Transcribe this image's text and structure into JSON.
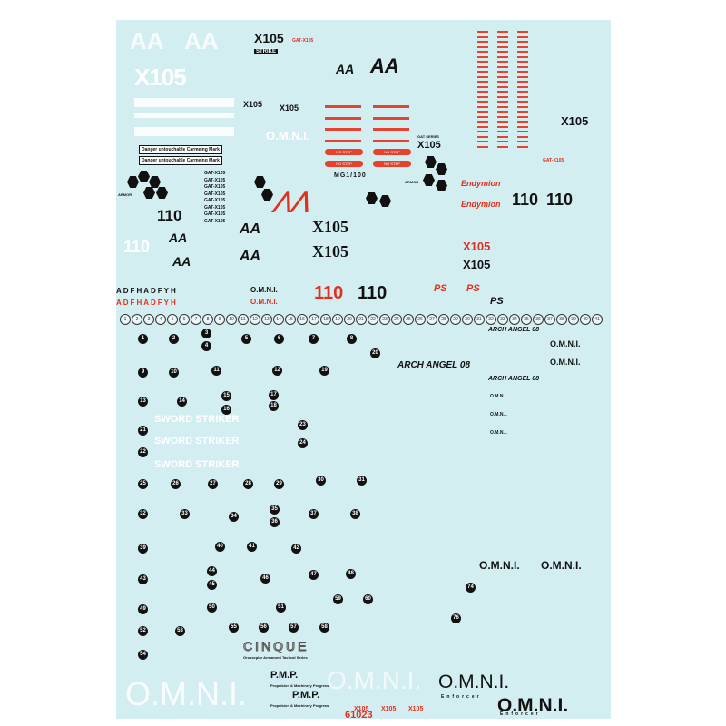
{
  "sheet": {
    "product_code": "61023",
    "scale": "MG1/100",
    "x105_label": "X105",
    "strike_label": "STRIKE",
    "gat_series": "GAT SERIES",
    "gat_x105": "GAT-X105",
    "aa_label": "AA",
    "number_110": "110",
    "no_step": "NO STEP",
    "alphabet": "ADFHADFYH",
    "omni": "O.M.N.I.",
    "omni_enforcer_sub": "Enforcer",
    "arch_angel": "ARCH ANGEL",
    "arch_angel_num": "08",
    "sword_striker": "SWORD STRIKER",
    "ps_label": "PS",
    "pmp": "P.M.P.",
    "pmp_sub": "Propulsion & Machinery Progress",
    "cinque": "CINQUE",
    "cinque_sub": "Grosseplar Armament Tactical Series",
    "endymion": "Endymion",
    "armor_label": "ARMOR",
    "warning_text": "Danger untouchable Carmeing Mark"
  },
  "markers_lower": [
    "1",
    "2",
    "3",
    "4",
    "5",
    "6",
    "7",
    "8",
    "9",
    "10",
    "11",
    "12",
    "13",
    "14",
    "15",
    "16",
    "17",
    "18",
    "19",
    "20",
    "21",
    "22",
    "23",
    "24",
    "25",
    "26",
    "27",
    "28",
    "29",
    "30",
    "31",
    "32",
    "33",
    "34",
    "35",
    "36",
    "37",
    "38",
    "39",
    "40",
    "41",
    "42",
    "43",
    "44",
    "45",
    "46",
    "47",
    "48",
    "49",
    "50",
    "51",
    "52",
    "53",
    "54",
    "55",
    "56",
    "57",
    "58",
    "59",
    "60",
    "74",
    "76"
  ],
  "markers_upper": [
    "1",
    "2",
    "3",
    "4",
    "5",
    "6",
    "7",
    "8",
    "9",
    "10",
    "11",
    "12",
    "13",
    "14",
    "15",
    "16",
    "17",
    "18",
    "19",
    "20",
    "21",
    "22",
    "23",
    "24",
    "25",
    "26",
    "27",
    "28",
    "29",
    "30",
    "31",
    "32",
    "33",
    "34",
    "35",
    "36",
    "37",
    "38",
    "39",
    "40",
    "41"
  ],
  "gat_list": [
    "GAT-X105",
    "GAT-X105",
    "GAT-X105",
    "GAT-X105",
    "GAT-X105",
    "GAT-X105",
    "GAT-X105",
    "GAT-X105"
  ]
}
